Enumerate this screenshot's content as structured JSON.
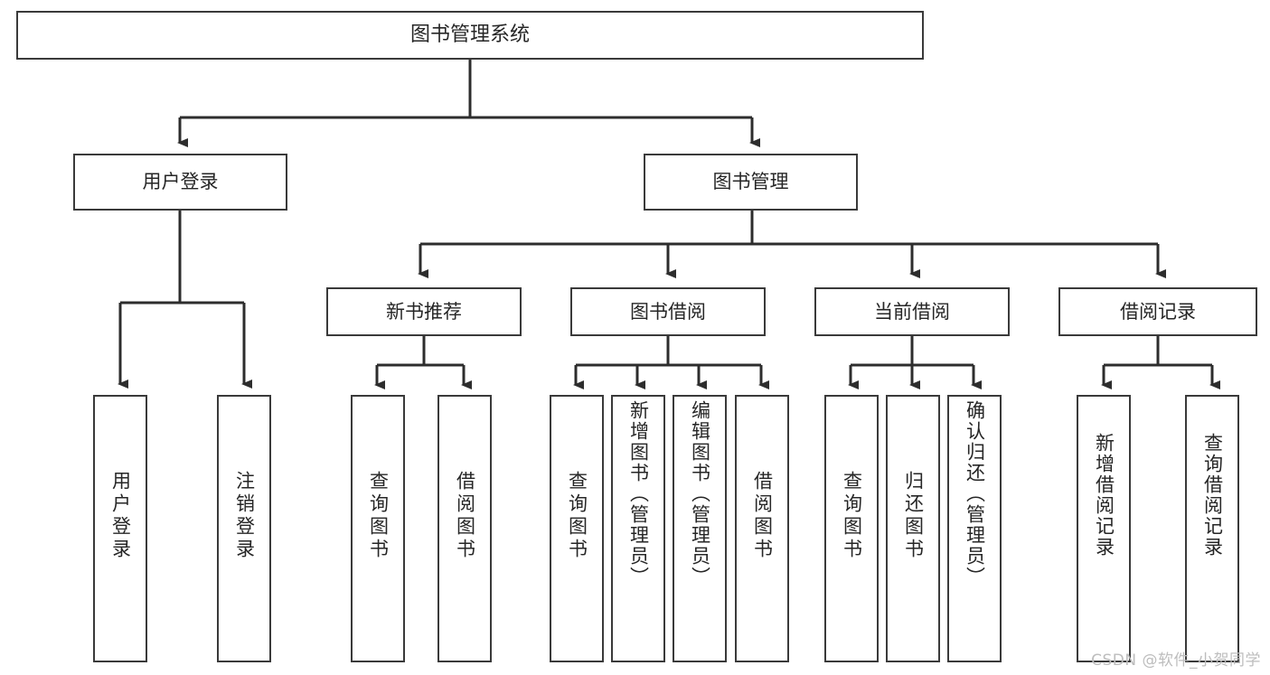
{
  "diagram": {
    "type": "tree",
    "title": "图书管理系统",
    "root": {
      "label": "图书管理系统"
    },
    "level2": [
      {
        "label": "用户登录"
      },
      {
        "label": "图书管理"
      }
    ],
    "level3": [
      {
        "label": "新书推荐"
      },
      {
        "label": "图书借阅"
      },
      {
        "label": "当前借阅"
      },
      {
        "label": "借阅记录"
      }
    ],
    "leaves": {
      "user_login": [
        {
          "label": "用户登录"
        },
        {
          "label": "注销登录"
        }
      ],
      "new_book_recommend": [
        {
          "label": "查询图书"
        },
        {
          "label": "借阅图书"
        }
      ],
      "book_borrow": [
        {
          "label": "查询图书"
        },
        {
          "label": "新增图书（管理员）"
        },
        {
          "label": "编辑图书（管理员）"
        },
        {
          "label": "借阅图书"
        }
      ],
      "current_borrow": [
        {
          "label": "查询图书"
        },
        {
          "label": "归还图书"
        },
        {
          "label": "确认归还（管理员）"
        }
      ],
      "borrow_record": [
        {
          "label": "新增借阅记录"
        },
        {
          "label": "查询借阅记录"
        }
      ]
    }
  },
  "watermark": {
    "text": "CSDN @软件_小贺同学"
  },
  "colors": {
    "stroke": "#3a3a3a",
    "fill": "#ffffff",
    "text": "#262626",
    "watermark": "#bdbdbd"
  }
}
